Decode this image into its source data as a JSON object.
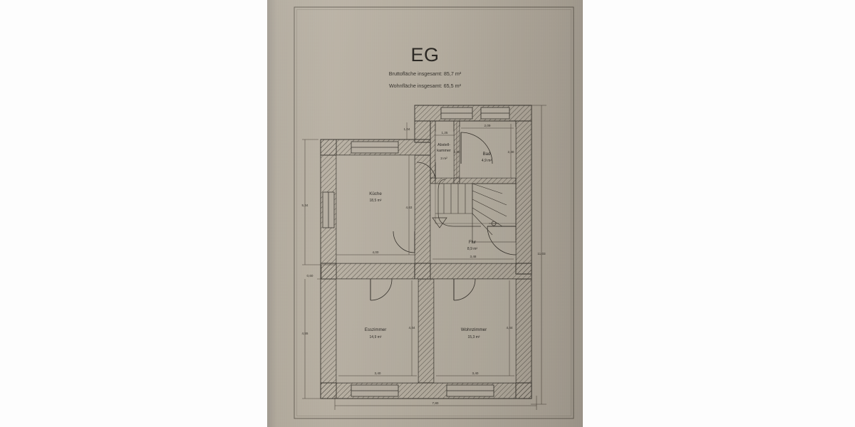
{
  "document": {
    "type": "architectural-floor-plan",
    "title": "EG",
    "summary_gross": "Bruttofläche insgesamt: 85,7 m²",
    "summary_living": "Wohnfläche insgesamt: 65,5 m²",
    "paper_color": "#b3aa9c",
    "ink_color": "#2e2b26"
  },
  "rooms": [
    {
      "id": "kueche",
      "name": "Küche",
      "area": "18,5 m²"
    },
    {
      "id": "abstellkammer",
      "name_line1": "Abstell-",
      "name_line2": "kammer",
      "area": "3 m²"
    },
    {
      "id": "bad",
      "name": "Bad",
      "area": "4,9 m²"
    },
    {
      "id": "flur",
      "name": "Flur",
      "area": "8,9 m²"
    },
    {
      "id": "esszimmer",
      "name": "Esszimmer",
      "area": "14,9 m²"
    },
    {
      "id": "wohnzimmer",
      "name": "Wohnzimmer",
      "area": "15,3 m²"
    }
  ],
  "dimensions": {
    "left_upper": "5,34",
    "left_small": "0,60",
    "left_lower": "4,55",
    "right_total": "11,03",
    "bottom_total": "7,80",
    "kueche_width": "4,00",
    "kueche_height": "4,63",
    "top_small_vertical": "1,04",
    "abstell_width": "1,25",
    "abstell_height": "2,40",
    "bad_width": "2,09",
    "bad_height": "2,40",
    "flur_width": "3,48",
    "esszimmer_width": "3,40",
    "esszimmer_height": "4,44",
    "wohnzimmer_width": "3,40",
    "wohnzimmer_height": "4,44"
  }
}
